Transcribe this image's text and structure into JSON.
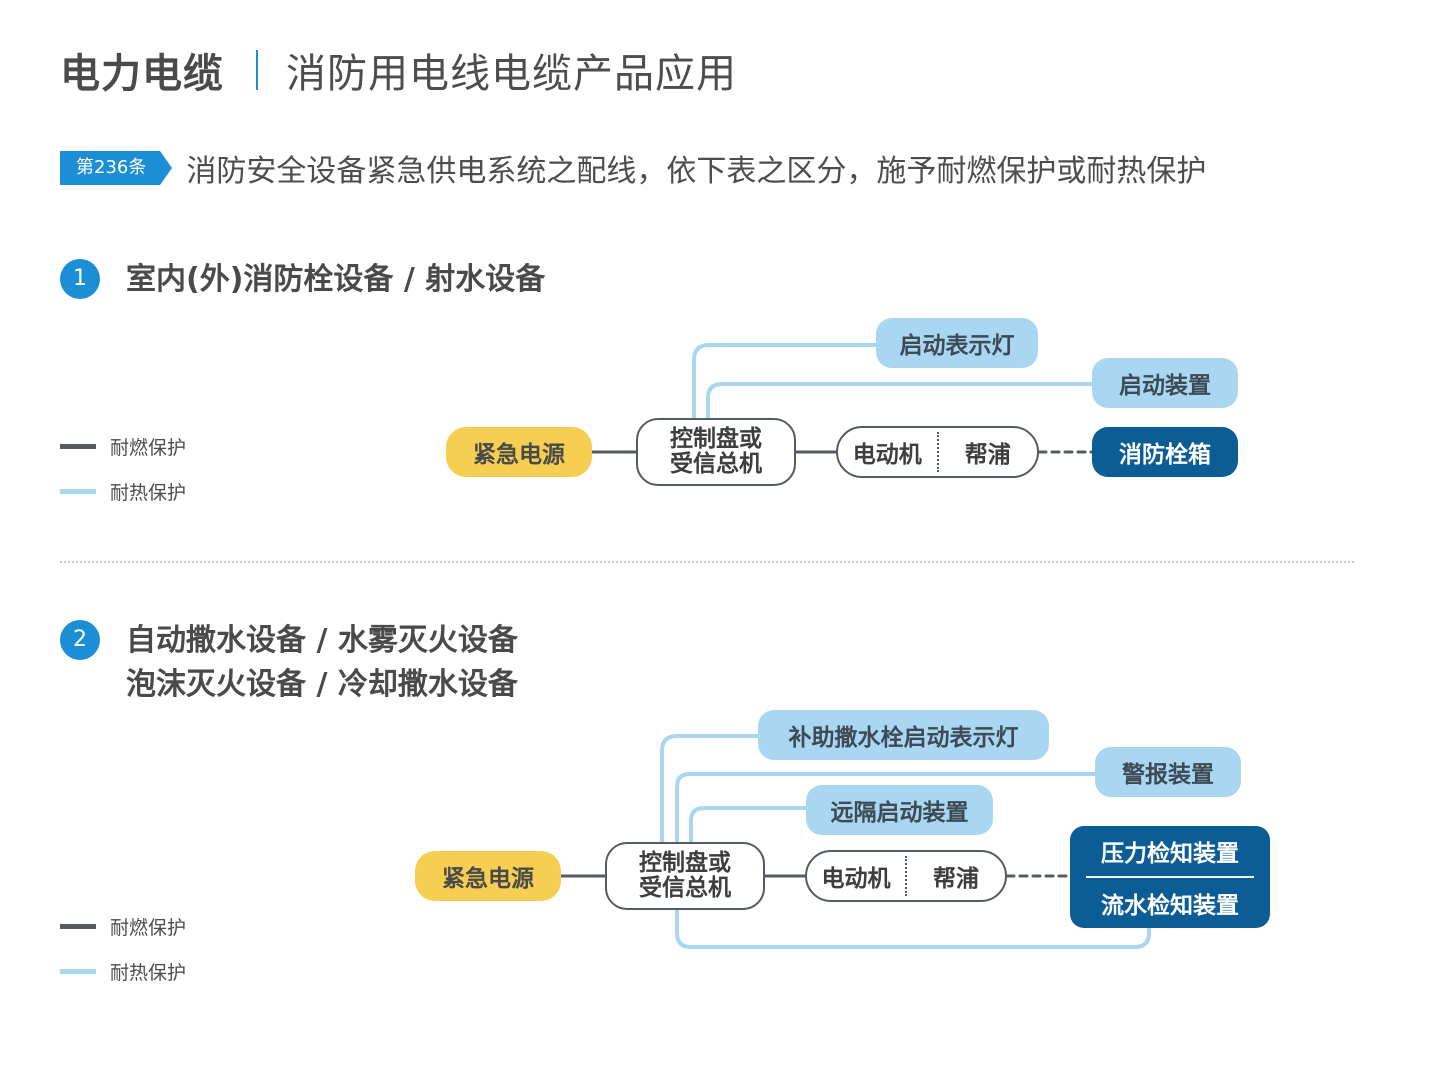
{
  "header": {
    "title": "电力电缆",
    "subtitle": "消防用电线电缆产品应用"
  },
  "article": {
    "badge": "第236条",
    "text": "消防安全设备紧急供电系统之配线，依下表之区分，施予耐燃保护或耐热保护"
  },
  "legend": {
    "fire_resistant": "耐燃保护",
    "heat_resistant": "耐热保护",
    "colors": {
      "fire_resistant": "#555b63",
      "heat_resistant": "#a9d7f1"
    }
  },
  "sections": [
    {
      "number": "1",
      "heading_lines": [
        "室内(外)消防栓设备 / 射水设备"
      ],
      "nodes": {
        "power": "紧急电源",
        "control_line1": "控制盘或",
        "control_line2": "受信总机",
        "motor": "电动机",
        "pump": "帮浦",
        "start_indicator": "启动表示灯",
        "start_device": "启动装置",
        "target": "消防栓箱"
      }
    },
    {
      "number": "2",
      "heading_lines": [
        "自动撒水设备 / 水雾灭火设备",
        "泡沫灭火设备 / 冷却撒水设备"
      ],
      "nodes": {
        "power": "紧急电源",
        "control_line1": "控制盘或",
        "control_line2": "受信总机",
        "motor": "电动机",
        "pump": "帮浦",
        "aux_indicator": "补助撒水栓启动表示灯",
        "alarm_device": "警报装置",
        "remote_start": "远隔启动装置",
        "pressure_detector": "压力检知装置",
        "flow_detector": "流水检知装置"
      }
    }
  ],
  "colors": {
    "accent_blue": "#1c8ed6",
    "power_yellow": "#f5ce52",
    "device_light_blue": "#a9d7f1",
    "target_dark_blue": "#0c5c96"
  }
}
